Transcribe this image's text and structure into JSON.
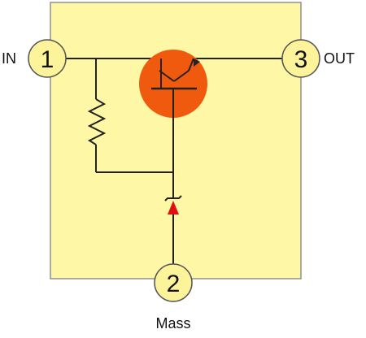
{
  "pins": {
    "in": {
      "number": "1",
      "label": "IN"
    },
    "out": {
      "number": "3",
      "label": "OUT"
    },
    "gnd": {
      "number": "2",
      "label": "Mass"
    }
  },
  "colors": {
    "package_fill": "#fdf7a6",
    "package_border": "#909090",
    "pin_fill": "#fdf39a",
    "transistor_fill": "#f05a0f",
    "zener_fill": "#e01010",
    "wire": "#222222"
  },
  "components": [
    "npn-transistor",
    "resistor",
    "zener-diode"
  ]
}
